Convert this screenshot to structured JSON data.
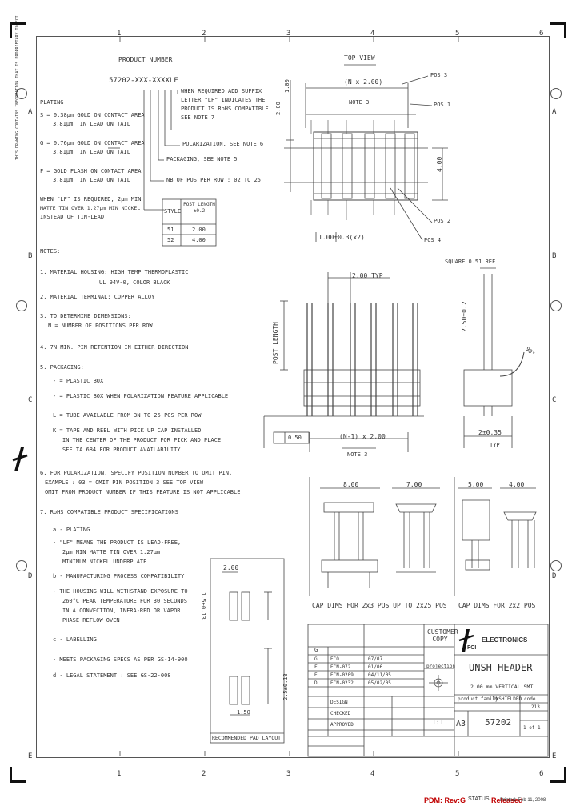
{
  "product_number": {
    "title": "PRODUCT NUMBER",
    "code": "57202-XXX-XXXXLF"
  },
  "plating": {
    "title": "PLATING",
    "items": [
      {
        "line1": "S = 0.38μm GOLD ON CONTACT AREA",
        "line2": "3.81μm TIN LEAD ON TAIL"
      },
      {
        "line1": "G = 0.76μm GOLD ON CONTACT AREA",
        "line2": "3.81μm TIN LEAD ON TAIL"
      },
      {
        "line1": "F = GOLD FLASH ON CONTACT AREA",
        "line2": "3.81μm TIN LEAD ON TAIL"
      }
    ],
    "lf_note": [
      "WHEN \"LF\" IS REQUIRED, 2μm MIN",
      "MATTE TIN OVER 1.27μm MIN NICKEL",
      "INSTEAD OF TIN-LEAD"
    ]
  },
  "callouts": {
    "suffix": [
      "WHEN REQUIRED ADD SUFFIX",
      "LETTER \"LF\" INDICATES THE",
      "PRODUCT IS RoHS COMPATIBLE",
      "SEE NOTE 7"
    ],
    "polarization": "POLARIZATION, SEE NOTE 6",
    "packaging": "PACKAGING, SEE NOTE 5",
    "positions": "NB OF POS PER ROW : 02 TO 25"
  },
  "style_table": {
    "headers": [
      "STYLE",
      "POST LENGTH ±0.2"
    ],
    "rows": [
      [
        "51",
        "2.00"
      ],
      [
        "52",
        "4.00"
      ]
    ]
  },
  "notes": {
    "title": "NOTES:",
    "n1a": "1. MATERIAL HOUSING: HIGH TEMP THERMOPLASTIC",
    "n1b": "UL 94V-0, COLOR BLACK",
    "n2": "2. MATERIAL TERMINAL: COPPER ALLOY",
    "n3a": "3. TO DETERMINE DIMENSIONS:",
    "n3b": "N = NUMBER OF POSITIONS PER ROW",
    "n4": "4. 7N MIN. PIN RETENTION IN EITHER DIRECTION.",
    "n5": "5. PACKAGING:",
    "n5a": "- = PLASTIC BOX",
    "n5b": "- = PLASTIC BOX WHEN POLARIZATION FEATURE APPLICABLE",
    "n5c": "L = TUBE AVAILABLE FROM 3N TO 25 POS PER ROW",
    "n5d1": "K = TAPE AND REEL WITH PICK UP CAP INSTALLED",
    "n5d2": "IN THE CENTER OF THE PRODUCT FOR PICK AND PLACE",
    "n5d3": "SEE TA 684 FOR PRODUCT AVAILABILITY",
    "n6a": "6. FOR POLARIZATION, SPECIFY POSITION NUMBER TO OMIT PIN.",
    "n6b": "EXAMPLE : 03 = OMIT PIN POSITION 3 SEE TOP VIEW",
    "n6c": "OMIT FROM PRODUCT NUMBER IF THIS FEATURE IS NOT APPLICABLE",
    "n7": "7. RoHS COMPATIBLE PRODUCT SPECIFICATIONS",
    "n7a": "a - PLATING",
    "n7a1": "- \"LF\" MEANS THE PRODUCT IS LEAD-FREE,",
    "n7a2": "2μm MIN MATTE TIN OVER 1.27μm",
    "n7a3": "MINIMUM NICKEL UNDERPLATE",
    "n7b": "b - MANUFACTURING PROCESS COMPATIBILITY",
    "n7b1": "- THE HOUSING WILL WITHSTAND EXPOSURE TO",
    "n7b2": "260°C PEAK TEMPERATURE FOR 30 SECONDS",
    "n7b3": "IN A CONVECTION, INFRA-RED OR VAPOR",
    "n7b4": "PHASE REFLOW OVEN",
    "n7c": "c - LABELLING",
    "n7c1": "- MEETS PACKAGING SPECS AS PER GS-14-900",
    "n7d": "d - LEGAL STATEMENT : SEE GS-22-008"
  },
  "top_view": {
    "title": "TOP VIEW",
    "dim_pitch": "(N x 2.00)",
    "note3": "NOTE 3",
    "pos3": "POS 3",
    "pos1": "POS 1",
    "pos2": "POS 2",
    "pos4": "POS 4",
    "dim_400": "4.00",
    "dim_100_v": "1.00",
    "dim_200_v": "2.00",
    "dim_bottom": "1.00±0.3(x2)"
  },
  "side_view": {
    "square": "SQUARE 0.51 REF",
    "typ_200": "2.00 TYP",
    "post_length": "POST LENGTH",
    "dim_250": "2.50±0.2",
    "dim_n1": "(N-1) x 2.00",
    "note3": "NOTE 3",
    "tol": "0.50",
    "dim_2": "2±0.35",
    "typ": "TYP",
    "angle": "90°"
  },
  "cap": {
    "dim_800": "8.00",
    "dim_700": "7.00",
    "dim_500": "5.00",
    "dim_400": "4.00",
    "label1": "CAP DIMS FOR 2x3 POS UP TO 2x25 POS",
    "label2": "CAP DIMS FOR 2x2 POS"
  },
  "pad": {
    "dim_top": "2.00",
    "dim_v1": "1.5±0.13",
    "dim_v2": "2.5±0.13",
    "dim_bottom": "1.50",
    "label": "RECOMMENDED PAD LAYOUT"
  },
  "title_block": {
    "company": "ELECTRONICS",
    "logo": "FCI",
    "title": "UNSH HEADER",
    "subtitle": "2.00 mm VERTICAL SMT",
    "product_family_label": "product family",
    "product_family": "UNSHIELDED",
    "code_label": "code",
    "code": "213",
    "number": "57202",
    "size": "A3",
    "sheet": "1 of 1",
    "scale": "1:1",
    "customer_copy": "CUSTOMER COPY",
    "projection": "projection",
    "rev": "G",
    "revisions": [
      [
        "G",
        "ECO..",
        "07/07"
      ],
      [
        "F",
        "ECN-072..",
        "01/06"
      ],
      [
        "E",
        "ECN-0209..",
        "04/11/05"
      ],
      [
        "D",
        "ECN-0232..",
        "05/02/05"
      ]
    ],
    "made": "DESIGN",
    "checked": "CHECKED",
    "approved": "APPROVED"
  },
  "grid": {
    "top": [
      "1",
      "2",
      "3",
      "4",
      "5",
      "6"
    ],
    "bottom": [
      "1",
      "2",
      "3",
      "4",
      "5",
      "6"
    ],
    "left": [
      "A",
      "B",
      "C",
      "D",
      "E"
    ],
    "right": [
      "A",
      "B",
      "C",
      "D",
      "E"
    ]
  },
  "status": {
    "pdm": "PDM: Rev:G",
    "status_label": "STATUS:",
    "status_value": "Released",
    "printed": "Printed: Feb 11, 2008"
  }
}
